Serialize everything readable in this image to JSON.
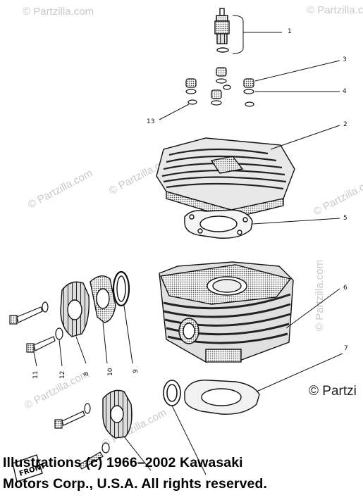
{
  "watermarks": [
    "© Partzilla.com",
    "© Partzilla.com",
    "© Partzilla.com",
    "© Partzilla.com",
    "© Partzilla.com",
    "© Partzilla.com",
    "© Partzilla.com",
    "© Partzi",
    "© Partzilla.com"
  ],
  "callouts": [
    "1",
    "2",
    "3",
    "4",
    "5",
    "6",
    "7",
    "8",
    "9",
    "10",
    "11",
    "12",
    "13"
  ],
  "copyright": {
    "line1": "Illustrations (c) 1966–2002 Kawasaki",
    "line2": "Motors Corp., U.S.A.  All rights reserved."
  },
  "front_label": "FRONT"
}
